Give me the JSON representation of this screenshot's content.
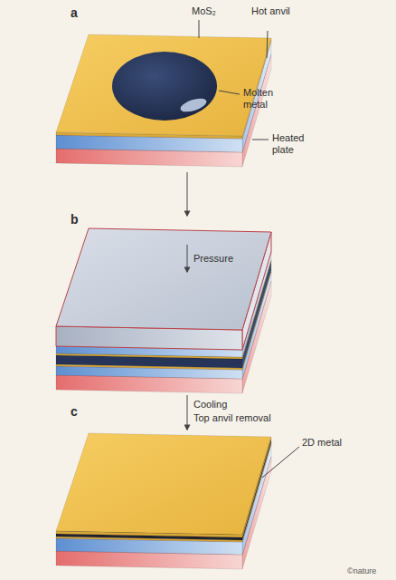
{
  "diagram": {
    "labels": [
      "a",
      "MoS₂",
      "Hot anvil",
      "Molten metal",
      "Heated plate",
      "b",
      "Pressure",
      "Cooling",
      "Top anvil removal",
      "c",
      "2D metal",
      "©nature"
    ]
  }
}
